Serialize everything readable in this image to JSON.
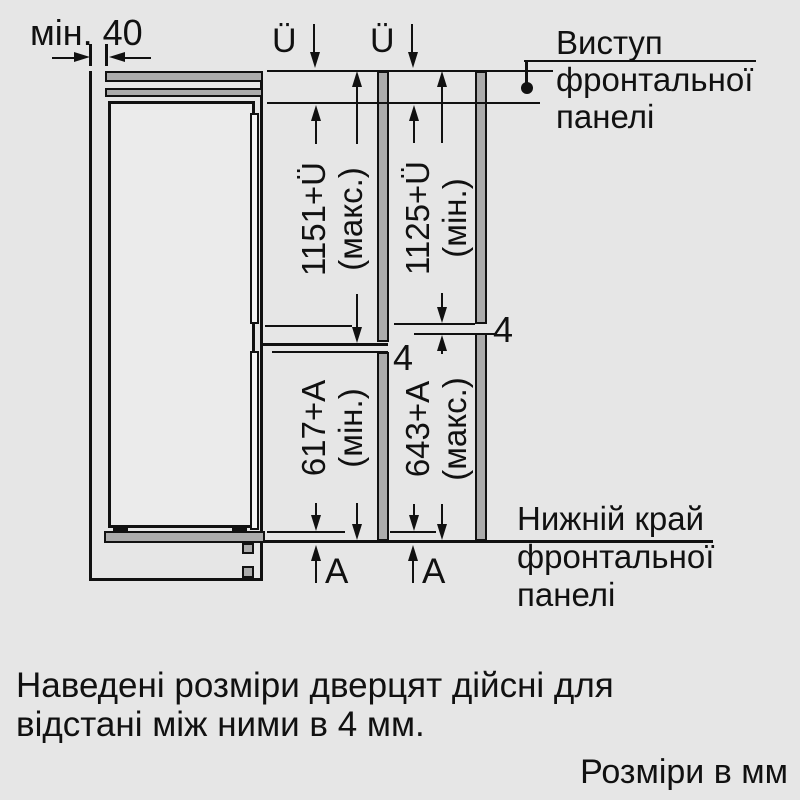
{
  "colors": {
    "background": "#e6e6e6",
    "line": "#111111",
    "panel_gray": "#ababab"
  },
  "top_left_dim": {
    "label": "мін. 40"
  },
  "overhang": {
    "label_left": "Ü",
    "label_right": "Ü"
  },
  "columns": {
    "left": {
      "upper": {
        "value": "1151+Ü",
        "qualifier": "(макс.)"
      },
      "lower": {
        "value": "617+A",
        "qualifier": "(мін.)"
      },
      "gap": "4",
      "bottom_ref": "A"
    },
    "right": {
      "upper": {
        "value": "1125+Ü",
        "qualifier": "(мін.)"
      },
      "lower": {
        "value": "643+A",
        "qualifier": "(макс.)"
      },
      "gap": "4",
      "bottom_ref": "A"
    }
  },
  "callouts": {
    "top": {
      "lines": [
        "Виступ",
        "фронтальної",
        "панелі"
      ]
    },
    "bottom": {
      "lines": [
        "Нижній край",
        "фронтальної",
        "панелі"
      ]
    }
  },
  "note": {
    "lines": [
      "Наведені розміри дверцят дійсні для",
      "відстані між ними в 4 мм."
    ]
  },
  "units_note": "Розміри в мм"
}
